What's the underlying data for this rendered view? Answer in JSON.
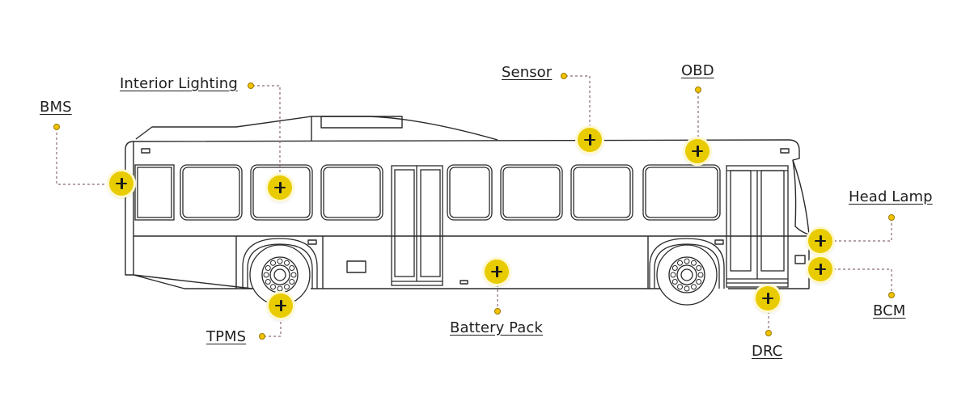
{
  "diagram": {
    "subject": "Electric city bus side view",
    "accent_color": "#e8cc00",
    "connector_color": "#8a6a7a",
    "hotspot_icon": "plus-icon",
    "components": [
      {
        "id": "bms",
        "label": "BMS"
      },
      {
        "id": "interior-lighting",
        "label": "Interior Lighting"
      },
      {
        "id": "sensor",
        "label": "Sensor"
      },
      {
        "id": "obd",
        "label": "OBD"
      },
      {
        "id": "head-lamp",
        "label": "Head Lamp"
      },
      {
        "id": "bcm",
        "label": "BCM"
      },
      {
        "id": "drc",
        "label": "DRC"
      },
      {
        "id": "battery-pack",
        "label": "Battery Pack"
      },
      {
        "id": "tpms",
        "label": "TPMS"
      }
    ]
  }
}
